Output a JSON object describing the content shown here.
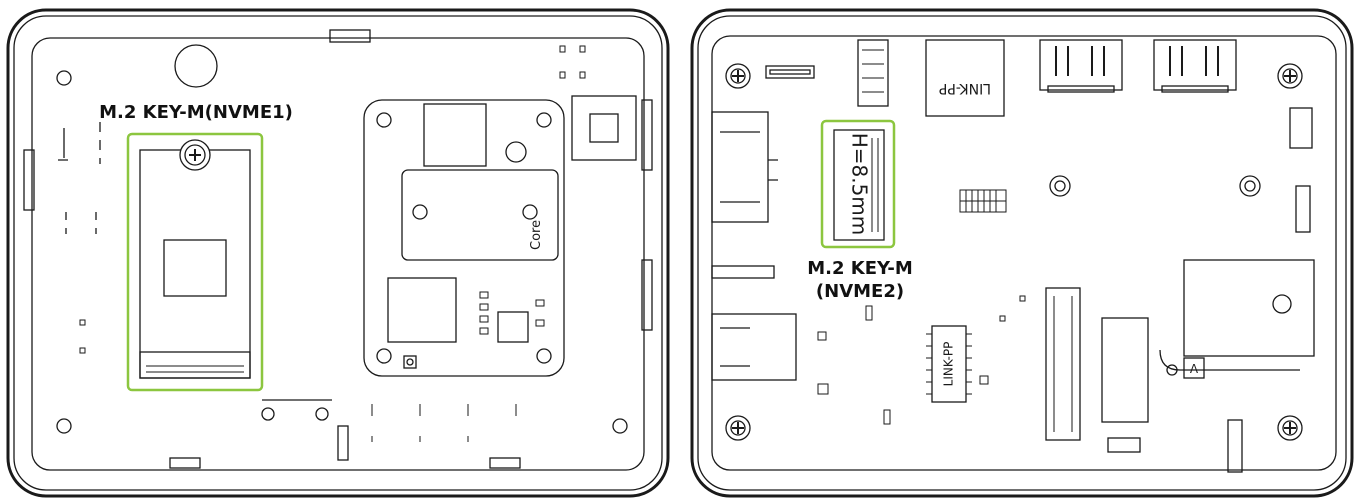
{
  "left_board": {
    "slot_label": "M.2 KEY-M(NVME1)"
  },
  "right_board": {
    "slot_label_line1": "M.2 KEY-M",
    "slot_label_line2": "(NVME2)",
    "height_marking": "H=8.5mm",
    "chip_marking": "LINK-PP",
    "connector_marking": "LINK-PP",
    "module_marking": "Core",
    "card_letter": "A"
  },
  "colors": {
    "highlight": "#8cc63f",
    "line": "#1a1a1a"
  }
}
